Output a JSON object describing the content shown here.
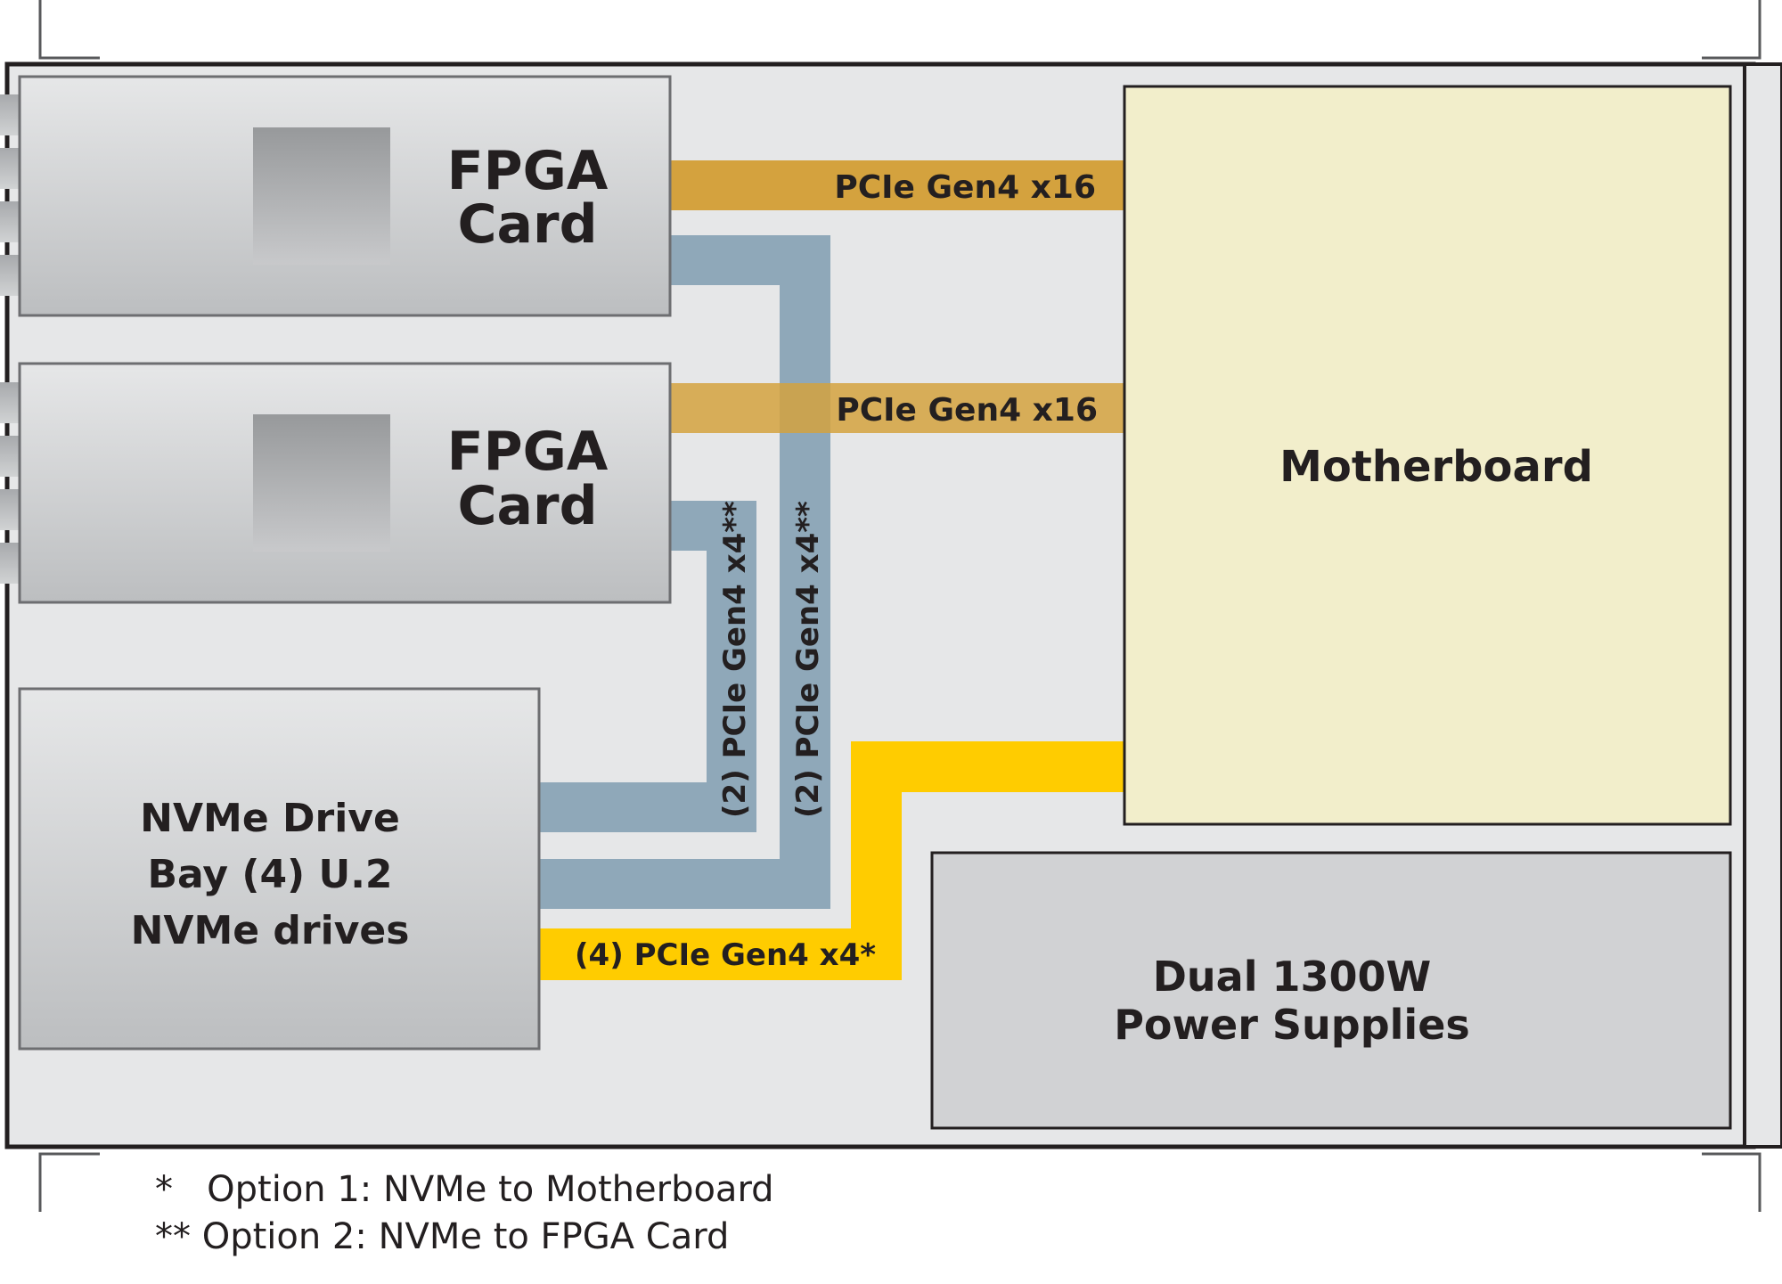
{
  "colors": {
    "chassis": "#e6e7e8",
    "motherboard": "#f2eecb",
    "power_supply": "#d1d2d4",
    "pcie_x16": "#d4a23e",
    "pcie_fpga_nvme": "#8fa8b9",
    "pcie_mb_nvme": "#ffcc00",
    "outline": "#231f20"
  },
  "fpga_card_1": {
    "line1": "FPGA",
    "line2": "Card"
  },
  "fpga_card_2": {
    "line1": "FPGA",
    "line2": "Card"
  },
  "nvme_bay": {
    "line1": "NVMe Drive",
    "line2": "Bay (4) U.2",
    "line3": "NVMe drives"
  },
  "motherboard": {
    "label": "Motherboard"
  },
  "power_supplies": {
    "line1": "Dual 1300W",
    "line2": "Power Supplies"
  },
  "links": {
    "fpga1_to_mb": "PCIe Gen4 x16",
    "fpga2_to_mb": "PCIe Gen4 x16",
    "nvme_to_fpga2": "(2) PCIe Gen4 x4**",
    "nvme_to_fpga1": "(2) PCIe Gen4 x4**",
    "nvme_to_mb": "(4) PCIe Gen4 x4*"
  },
  "footnotes": [
    "*   Option 1: NVMe to Motherboard",
    "** Option 2: NVMe to FPGA Card"
  ]
}
